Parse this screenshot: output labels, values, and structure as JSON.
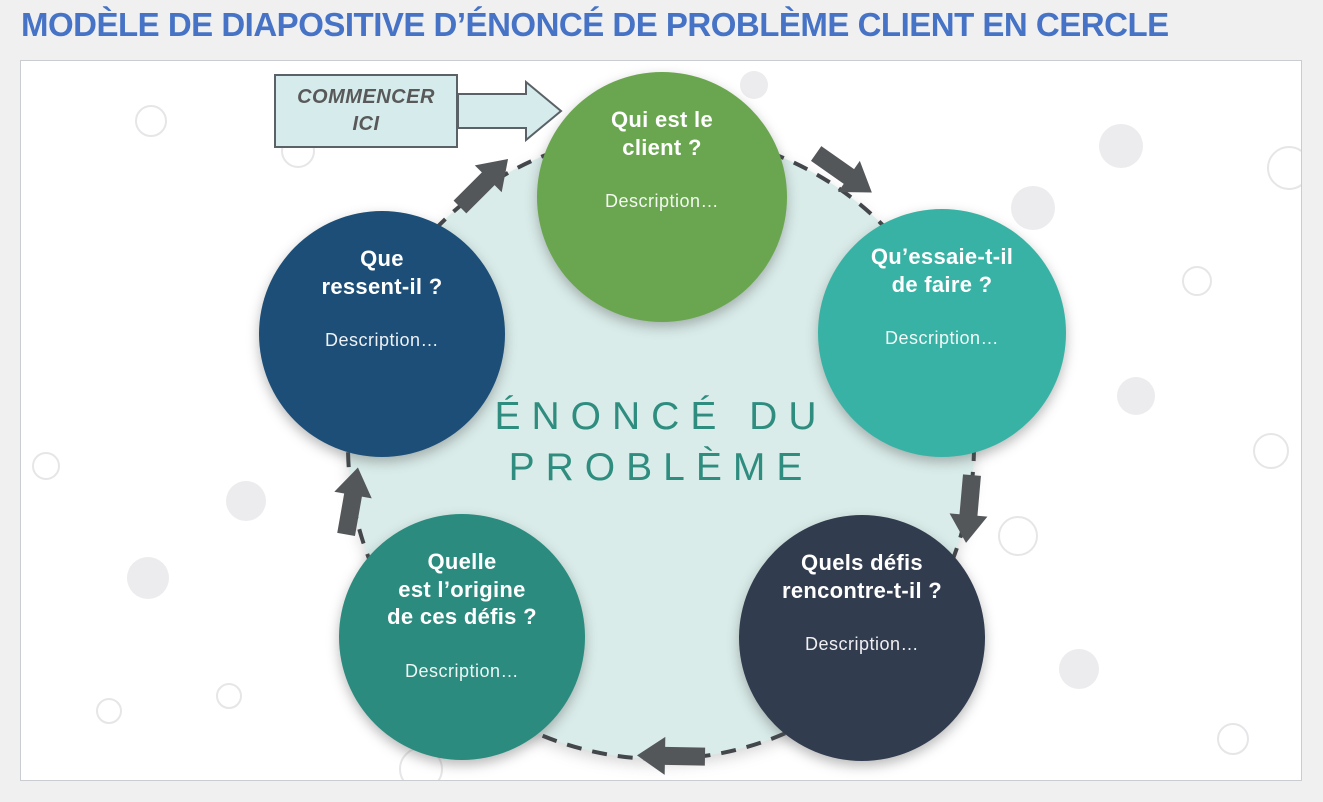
{
  "title": "MODÈLE DE DIAPOSITIVE D’ÉNONCÉ DE PROBLÈME CLIENT EN CERCLE",
  "start_callout": {
    "label_lines": [
      "COMMENCER",
      "ICI"
    ],
    "fill": "#d6ecec",
    "border_color": "#5a6268",
    "text_color": "#595959"
  },
  "center_circle": {
    "label_lines": [
      "ÉNONCÉ DU",
      "PROBLÈME"
    ],
    "fill": "#d9ece9",
    "text_color": "#2f8d80"
  },
  "steps": [
    {
      "title_lines": [
        "Qui est le",
        "client ?"
      ],
      "description": "Description…",
      "color": "#6aa64f"
    },
    {
      "title_lines": [
        "Qu’essaie-t-il",
        "de faire ?"
      ],
      "description": "Description…",
      "color": "#38b2a4"
    },
    {
      "title_lines": [
        "Quels défis",
        "rencontre-t-il ?"
      ],
      "description": "Description…",
      "color": "#323c4f"
    },
    {
      "title_lines": [
        "Quelle",
        "est l’origine",
        "de ces défis ?"
      ],
      "description": "Description…",
      "color": "#2b8b7e"
    },
    {
      "title_lines": [
        "Que",
        "ressent-il ?"
      ],
      "description": "Description…",
      "color": "#1d4e78"
    }
  ],
  "flow": {
    "arrow_color": "#54575a",
    "dash_color": "#43474b"
  },
  "accent_colors": {
    "title_blue": "#4673c5",
    "page_background": "#f0f0f1"
  }
}
